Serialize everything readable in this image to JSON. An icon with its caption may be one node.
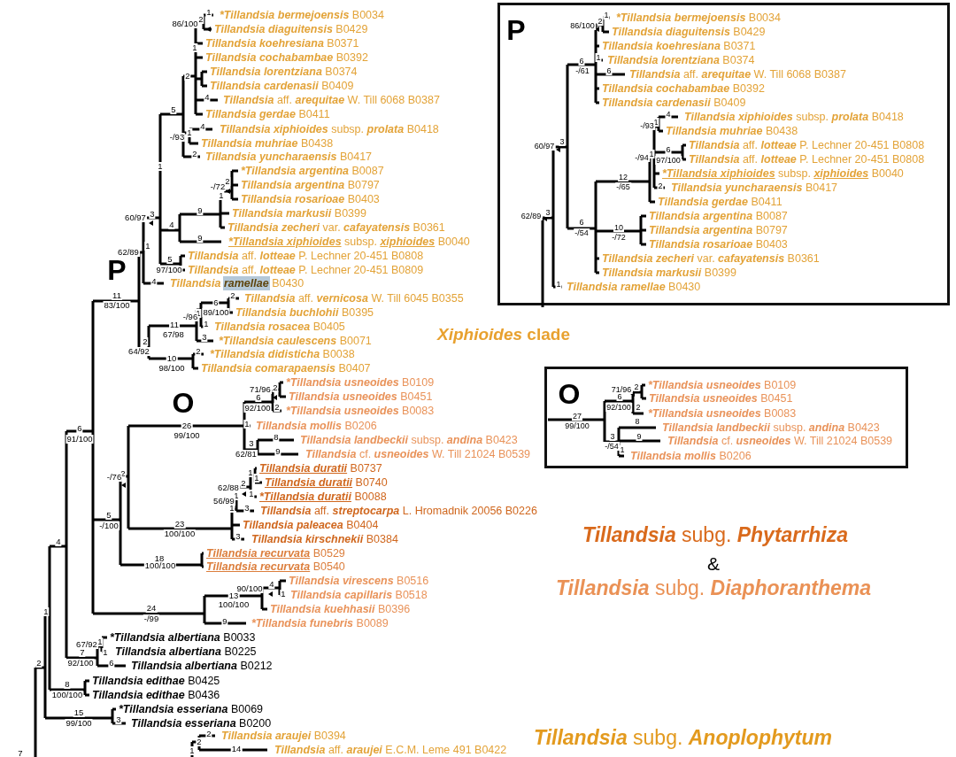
{
  "diagram": {
    "nodes": [
      {
        "text": [
          "P",
          "***Tillandsia bermejoensis** B0034",
          "**Tillandsia diaguitensis** B0429",
          "**Tillandsia koehresiana** B0371",
          "**Tillandsia lorentziana** B0374",
          "**Tillandsia** aff. **arequitae** W. Till 6068 B0387",
          "**Tillandsia cochabambae** B0392",
          "**Tillandsia cardenasii** B0409",
          "**Tillandsia xiphioides** subsp. **prolata** B0418",
          "**Tillandsia muhriae** B0438",
          "**Tillandsia** aff. **lotteae** P. Lechner 20-451 B0808",
          "**Tillandsia** aff. **lotteae** P. Lechner 20-451 B0808",
          "***Tillandsia xiphioides** subsp. **xiphioides** B0040",
          "**Tillandsia yuncharaensis** B0417",
          "**Tillandsia gerdae** B0411",
          "**Tillandsia argentina** B0087",
          "**Tillandsia argentina** B0797",
          "**Tillandsia rosarioae** B0403",
          "**Tillandsia zecheri** var. **cafayatensis** B0361",
          "**Tillandsia markusii** B0399",
          "**Tillandsia ramellae** B0430",
          "1",
          "2",
          "86/100",
          "1",
          "6",
          "-/61",
          "6",
          "4",
          "1",
          "-/93",
          "60/97",
          "3",
          "6",
          "1",
          "-/94",
          "97/100",
          "12",
          "-/65",
          "2",
          "62/89",
          "3",
          "6",
          "10",
          "-/54",
          "-/72",
          "1"
        ]
      },
      {
        "text": [
          "O",
          "***Tillandsia usneoides** B0109",
          "**Tillandsia usneoides** B0451",
          "***Tillandsia usneoides** B0083",
          "**Tillandsia landbeckii** subsp. **andina** B0423",
          "**Tillandsia** cf. **usneoides** W. Till 21024 B0539",
          "**Tillandsia mollis** B0206",
          "71/96",
          "2",
          "6",
          "2",
          "92/100",
          "27",
          "8",
          "99/100",
          "3",
          "9",
          "-/54",
          "1"
        ]
      }
    ],
    "labels": [
      "***Tillandsia bermejoensis** B0034",
      "**Tillandsia diaguitensis** B0429",
      "**Tillandsia koehresiana** B0371",
      "**Tillandsia cochabambae** B0392",
      "**Tillandsia lorentziana** B0374",
      "**Tillandsia cardenasii** B0409",
      "**Tillandsia** aff. **arequitae** W. Till 6068 B0387",
      "**Tillandsia gerdae** B0411",
      "**Tillandsia xiphioides** subsp. **prolata** B0418",
      "**Tillandsia muhriae** B0438",
      "**Tillandsia yuncharaensis** B0417",
      "***Tillandsia argentina** B0087",
      "**Tillandsia argentina** B0797",
      "**Tillandsia rosarioae** B0403",
      "**Tillandsia markusii** B0399",
      "**Tillandsia zecheri** var. **cafayatensis** B0361",
      "***Tillandsia xiphioides** subsp. **xiphioides** B0040",
      "**Tillandsia** aff. **lotteae** P. Lechner 20-451 B0808",
      "**Tillandsia** aff. **lotteae** P. Lechner 20-451 B0809",
      "**Tillandsia** **ramellae** B0430",
      "**Tillandsia** aff. **vernicosa** W. Till 6045 B0355",
      "**Tillandsia buchlohii** B0395",
      "**Tillandsia rosacea** B0405",
      "***Tillandsia caulescens** B0071",
      "***Tillandsia didisticha** B0038",
      "**Tillandsia comarapaensis** B0407",
      "***Tillandsia usneoides** B0109",
      "**Tillandsia usneoides** B0451",
      "***Tillandsia usneoides** B0083",
      "**Tillandsia mollis** B0206",
      "**Tillandsia landbeckii** subsp. **andina** B0423",
      "**Tillandsia** cf. **usneoides** W. Till 21024 B0539",
      "**Tillandsia duratii** B0737",
      "**Tillandsia duratii** B0740",
      "***Tillandsia duratii** B0088",
      "**Tillandsia** aff. **streptocarpa** L. Hromadnik 20056 B0226",
      "**Tillandsia paleacea** B0404",
      "**Tillandsia kirschnekii** B0384",
      "**Tillandsia recurvata** B0529",
      "**Tillandsia recurvata** B0540",
      "**Tillandsia virescens** B0516",
      "**Tillandsia capillaris** B0518",
      "**Tillandsia kuehhasii** B0396",
      "***Tillandsia funebris** B0089",
      "***Tillandsia albertiana** B0033",
      "**Tillandsia albertiana** B0225",
      "**Tillandsia albertiana** B0212",
      "**Tillandsia edithae** B0425",
      "**Tillandsia edithae** B0436",
      "***Tillandsia esseriana** B0069",
      "**Tillandsia esseriana** B0200",
      "**Tillandsia araujei** B0394",
      "**Tillandsia** aff. **araujei** E.C.M. Leme 491 B0422",
      "P",
      "O",
      "*Xiphioides* clade",
      "**Tillandsia** subg. **Phytarrhiza**",
      "&",
      "**Tillandsia** subg. **Diaphoranthema**",
      "**Tillandsia** subg. **Anoplophytum**",
      "1",
      "2",
      "86/100",
      "1",
      "2",
      "4",
      "5",
      "4",
      "1",
      "-/93",
      "2",
      "1",
      "2",
      "-/72",
      "1",
      "9",
      "3",
      "60/97",
      "4",
      "9",
      "1",
      "62/89",
      "5",
      "97/100",
      "4",
      "11",
      "83/100",
      "2",
      "6",
      "89/100",
      "1",
      "-/96",
      "1",
      "11",
      "67/98",
      "3",
      "2",
      "64/92",
      "2",
      "10",
      "98/100",
      "2",
      "71/96",
      "6",
      "92/100",
      "2",
      "1",
      "26",
      "6",
      "99/100",
      "91/100",
      "8",
      "3",
      "9",
      "62/81",
      "1",
      "2",
      "-/76",
      "1",
      "2",
      "62/88",
      "1",
      "1",
      "56/99",
      "1",
      "3",
      "5",
      "23",
      "-/100",
      "100/100",
      "3",
      "4",
      "18",
      "100/100",
      "4",
      "90/100",
      "1",
      "13",
      "100/100",
      "24",
      "1",
      "-/99",
      "9",
      "1",
      "67/92",
      "7",
      "1",
      "2",
      "92/100",
      "6",
      "8",
      "100/100",
      "15",
      "3",
      "99/100",
      "2",
      "2",
      "14",
      "1",
      "7"
    ]
  }
}
